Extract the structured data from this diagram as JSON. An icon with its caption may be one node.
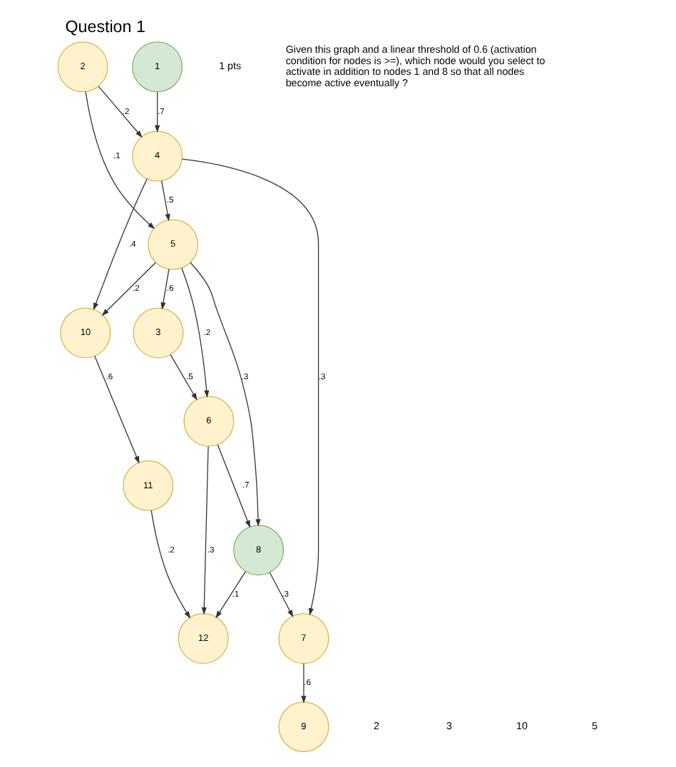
{
  "diagram": {
    "title": "Question 1",
    "nodes": [
      {
        "text": [
          "3"
        ]
      },
      {
        "text": [
          "6"
        ]
      },
      {
        "text": [
          "12"
        ]
      },
      {
        "text": [
          "8"
        ]
      },
      {
        "text": [
          "2"
        ]
      },
      {
        "text": [
          "5"
        ]
      },
      {
        "text": [
          "10"
        ]
      },
      {
        "text": [
          "11"
        ]
      },
      {
        "text": [
          "1"
        ]
      },
      {
        "text": [
          "4"
        ]
      },
      {
        "text": [
          "7"
        ]
      },
      {
        "text": [
          "9"
        ]
      }
    ],
    "edges": [
      {
        "from": 0,
        "to": 1,
        "arrow": "to",
        "label": ".5"
      },
      {
        "from": 1,
        "to": 2,
        "arrow": "to",
        "label": ".3"
      },
      {
        "from": 1,
        "to": 3,
        "arrow": "to",
        "label": ".7"
      },
      {
        "from": 3,
        "to": 2,
        "arrow": "to",
        "label": ".1"
      },
      {
        "from": 7,
        "to": 2,
        "arrow": "to",
        "label": ".2"
      },
      {
        "from": 5,
        "to": 0,
        "arrow": "to",
        "label": ".6"
      },
      {
        "from": 5,
        "to": 1,
        "arrow": "to",
        "label": ".2"
      },
      {
        "from": 5,
        "to": 3,
        "arrow": "to",
        "label": ".3"
      },
      {
        "from": 4,
        "to": 5,
        "arrow": "to",
        "label": ".1"
      },
      {
        "from": 5,
        "to": 6,
        "arrow": "to",
        "label": ".2"
      },
      {
        "from": 3,
        "to": 10,
        "arrow": "to",
        "label": ".3"
      },
      {
        "from": 4,
        "to": 9,
        "arrow": "to",
        "label": ".2"
      },
      {
        "from": 9,
        "to": 5,
        "arrow": "to",
        "label": ".5"
      },
      {
        "from": 6,
        "to": 7,
        "arrow": "to",
        "label": ".6"
      },
      {
        "from": 8,
        "to": 9,
        "arrow": "to",
        "label": ".7"
      },
      {
        "from": 9,
        "to": 6,
        "arrow": "to",
        "label": ".4"
      },
      {
        "from": 9,
        "to": 10,
        "arrow": "to",
        "label": ".3"
      },
      {
        "from": 10,
        "to": 11,
        "arrow": "to",
        "label": ".6"
      }
    ],
    "labels": [
      "1 pts",
      "Given this graph and a linear threshold of 0.6 (activation condition for nodes is >=), which node would you select to activate in addition to nodes 1 and 8 so that all nodes become active eventually ?",
      "2",
      "3",
      "10",
      "5"
    ]
  }
}
